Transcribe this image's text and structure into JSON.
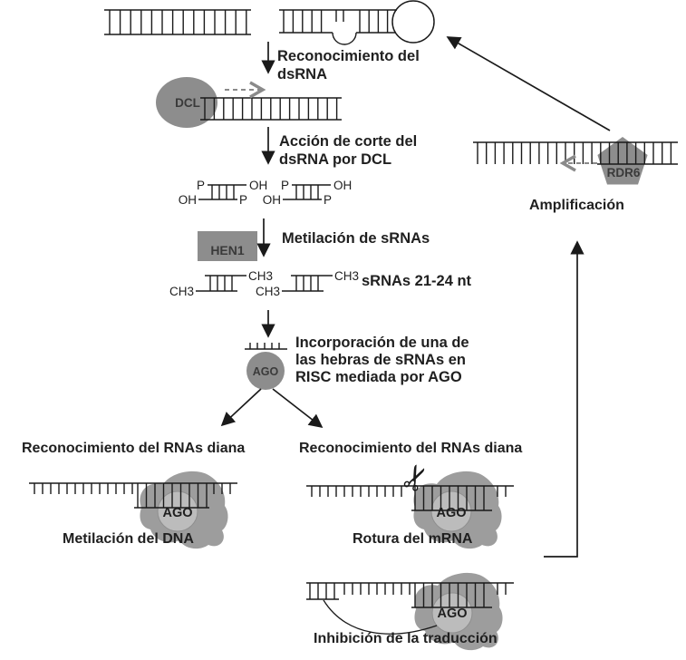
{
  "figure": {
    "type": "pathway-diagram",
    "language": "es",
    "background": "#ffffff"
  },
  "steps": {
    "recognition": {
      "line1": "Reconocimiento del",
      "line2": "dsRNA"
    },
    "cleavage": {
      "line1": "Acción de corte del",
      "line2": "dsRNA por DCL"
    },
    "methylation": "Metilación de sRNAs",
    "srna_size": "sRNAs 21-24 nt",
    "risc_incorporation": {
      "line1": "Incorporación de una de",
      "line2": "las hebras de sRNAs en",
      "line3": "RISC mediada por AGO"
    },
    "target_recognition_left": "Reconocimiento del RNAs diana",
    "target_recognition_right": "Reconocimiento del RNAs diana",
    "dna_methylation": "Metilación del DNA",
    "mrna_cleavage": "Rotura del mRNA",
    "translation_inhibition": "Inhibición de la traducción",
    "amplification": "Amplificación"
  },
  "proteins": {
    "dcl": "DCL",
    "hen1": "HEN1",
    "ago": "AGO",
    "rdr6": "RDR6"
  },
  "chem_labels": {
    "phosphate": "P",
    "hydroxyl": "OH",
    "methyl": "CH3"
  },
  "icons": {
    "scissors": "✂"
  },
  "colors": {
    "line": "#1a1a1a",
    "enzyme_gray": "#8d8d8d",
    "complex_blob_gray": "#9d9d9d",
    "ago_circle_gray": "#bcbcbc",
    "dashed_arrow_gray": "#8a8a8a"
  }
}
